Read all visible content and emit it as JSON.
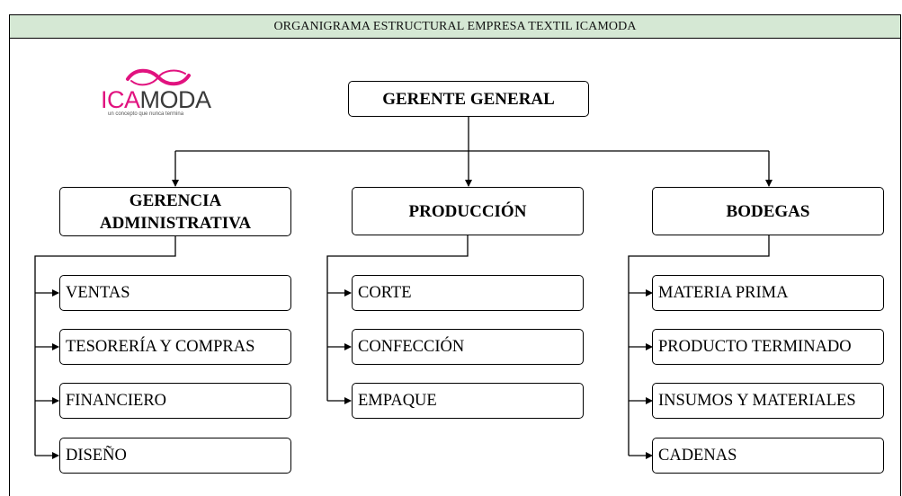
{
  "title": "ORGANIGRAMA ESTRUCTURAL EMPRESA TEXTIL ICAMODA",
  "logo": {
    "name_prefix": "ICA",
    "name_suffix": "MODA",
    "tagline": "un concepto que nunca termina",
    "accent_color": "#e1127f"
  },
  "root": {
    "label": "GERENTE GENERAL"
  },
  "departments": [
    {
      "label_line1": "GERENCIA",
      "label_line2": "ADMINISTRATIVA",
      "children": [
        "VENTAS",
        "TESORERÍA Y COMPRAS",
        "FINANCIERO",
        "DISEÑO"
      ]
    },
    {
      "label_line1": "PRODUCCIÓN",
      "label_line2": "",
      "children": [
        "CORTE",
        "CONFECCIÓN",
        "EMPAQUE"
      ]
    },
    {
      "label_line1": "BODEGAS",
      "label_line2": "",
      "children": [
        "MATERIA PRIMA",
        "PRODUCTO TERMINADO",
        "INSUMOS Y MATERIALES",
        "CADENAS"
      ]
    }
  ],
  "colors": {
    "title_bar_bg": "#d5e8d4",
    "stroke": "#000000"
  }
}
